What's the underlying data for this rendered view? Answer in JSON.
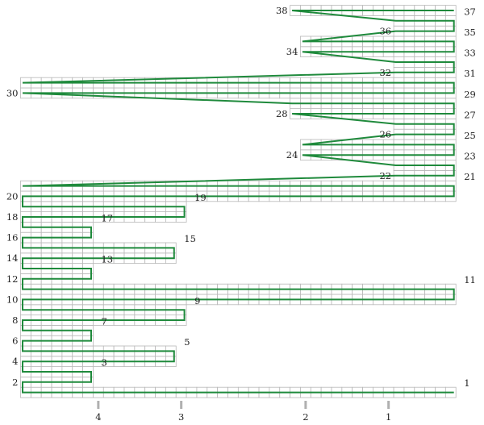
{
  "chart_data": {
    "type": "diagram",
    "columns": 42,
    "rows": [
      {
        "label": "1",
        "from": 0,
        "to": 42
      },
      {
        "label": "2",
        "from": 0,
        "to": 7
      },
      {
        "label": "3",
        "from": 0,
        "to": 7
      },
      {
        "label": "4",
        "from": 0,
        "to": 15
      },
      {
        "label": "5",
        "from": 0,
        "to": 15
      },
      {
        "label": "6",
        "from": 0,
        "to": 7
      },
      {
        "label": "7",
        "from": 0,
        "to": 7
      },
      {
        "label": "8",
        "from": 0,
        "to": 16
      },
      {
        "label": "9",
        "from": 0,
        "to": 16
      },
      {
        "label": "10",
        "from": 0,
        "to": 42
      },
      {
        "label": "11",
        "from": 0,
        "to": 42
      },
      {
        "label": "12",
        "from": 0,
        "to": 7
      },
      {
        "label": "13",
        "from": 0,
        "to": 7
      },
      {
        "label": "14",
        "from": 0,
        "to": 15
      },
      {
        "label": "15",
        "from": 0,
        "to": 15
      },
      {
        "label": "16",
        "from": 0,
        "to": 7
      },
      {
        "label": "17",
        "from": 0,
        "to": 7
      },
      {
        "label": "18",
        "from": 0,
        "to": 16
      },
      {
        "label": "19",
        "from": 0,
        "to": 16
      },
      {
        "label": "20",
        "from": 0,
        "to": 42
      },
      {
        "label": "21",
        "from": 0,
        "to": 42
      },
      {
        "label": "22",
        "from": 36,
        "to": 42
      },
      {
        "label": "23",
        "from": 36,
        "to": 42
      },
      {
        "label": "24",
        "from": 27,
        "to": 42
      },
      {
        "label": "25",
        "from": 27,
        "to": 42
      },
      {
        "label": "26",
        "from": 36,
        "to": 42
      },
      {
        "label": "27",
        "from": 36,
        "to": 42
      },
      {
        "label": "28",
        "from": 26,
        "to": 42
      },
      {
        "label": "29",
        "from": 26,
        "to": 42
      },
      {
        "label": "30",
        "from": 0,
        "to": 42
      },
      {
        "label": "31",
        "from": 0,
        "to": 42
      },
      {
        "label": "32",
        "from": 36,
        "to": 42
      },
      {
        "label": "33",
        "from": 36,
        "to": 42
      },
      {
        "label": "34",
        "from": 27,
        "to": 42
      },
      {
        "label": "35",
        "from": 27,
        "to": 42
      },
      {
        "label": "36",
        "from": 36,
        "to": 42
      },
      {
        "label": "37",
        "from": 36,
        "to": 42
      },
      {
        "label": "38",
        "from": 26,
        "to": 42
      }
    ],
    "markers": [
      {
        "label": "4",
        "column": 7
      },
      {
        "label": "3",
        "column": 15
      },
      {
        "label": "2",
        "column": 27
      },
      {
        "label": "1",
        "column": 35
      }
    ],
    "colors": {
      "path": "#1f8a3c",
      "grid": "#b8b8b8",
      "marker": "#b0b0b0"
    }
  }
}
